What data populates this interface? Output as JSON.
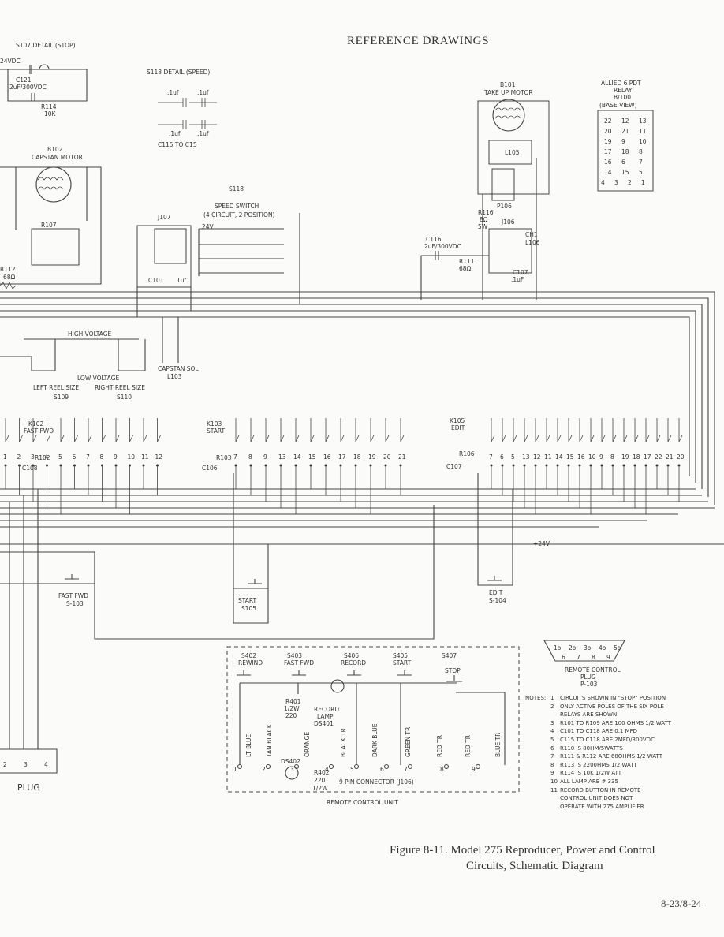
{
  "page": {
    "header": "REFERENCE DRAWINGS",
    "caption_line1": "Figure 8-11.  Model 275 Reproducer,  Power and Control",
    "caption_line2": "Circuits, Schematic Diagram",
    "page_number": "8-23/8-24"
  },
  "labels": {
    "s107_detail": "S107 DETAIL (STOP)",
    "v24vdc": "24VDC",
    "c121": "C121",
    "c121_val": "2uF/300VDC",
    "r114": "R114",
    "r114_val": "10K",
    "s118_detail": "S118 DETAIL (SPEED)",
    "c_1uf_a": ".1uf",
    "c_1uf_b": ".1uf",
    "c_1uf_c": ".1uf",
    "c_1uf_d": ".1uf",
    "c115_c15": "C115 TO C15",
    "b101": "B101",
    "takeup_motor": "TAKE UP MOTOR",
    "allied_relay_l1": "ALLIED 6 PDT",
    "allied_relay_l2": "RELAY",
    "allied_relay_l3": "B/100",
    "allied_relay_l4": "(BASE VIEW)",
    "b102": "B102",
    "capstan_motor": "CAPSTAN MOTOR",
    "r107": "R107",
    "r112": "R112",
    "r112_val": "68Ω",
    "s118": "S118",
    "speed_switch": "SPEED SWITCH",
    "speed_switch_sub": "(4 CIRCUIT, 2 POSITION)",
    "j107": "J107",
    "v24v": "24V",
    "c101": "C101",
    "c101_val": "1uf",
    "l105": "L105",
    "p106": "P106",
    "r116": "R116",
    "r116_val": "8Ω",
    "r116_w": "5W",
    "j106": "J106",
    "c116": "C116",
    "c116_val": "2uF/300VDC",
    "r111": "R111",
    "r111_val": "68Ω",
    "c107": "C107",
    "c107_val": ".1uF",
    "ch1": "CH1",
    "l106": "L106",
    "high_voltage": "HIGH VOLTAGE",
    "low_voltage": "LOW VOLTAGE",
    "capstan_sol": "CAPSTAN SOL",
    "l103": "L103",
    "left_reel": "LEFT REEL SIZE",
    "s109": "S109",
    "right_reel": "RIGHT REEL SIZE",
    "s110": "S110",
    "k102": "K102",
    "fast_fwd": "FAST FWD",
    "r102": "R102",
    "c108": "C108",
    "k103": "K103",
    "start": "START",
    "r103": "R103",
    "c106": "C106",
    "k105": "K105",
    "edit": "EDIT",
    "r106": "R106",
    "c107b": "C107",
    "v24v_bus": "+24V",
    "s103_fast_fwd": "FAST FWD",
    "s103": "S-103",
    "s105_start": "START",
    "s105": "S105",
    "s104_edit": "EDIT",
    "s104": "S-104",
    "plug": "PLUG",
    "s402": "S402",
    "rewind": "REWIND",
    "s403": "S403",
    "s403_fast": "FAST FWD",
    "s406": "S406",
    "record": "RECORD",
    "s405": "S405",
    "s405_start": "START",
    "s407": "S407",
    "stop": "STOP",
    "r401": "R401",
    "r401_w": "1/2W",
    "r401_val": "220",
    "record_lamp_l1": "RECORD",
    "record_lamp_l2": "LAMP",
    "ds401": "DS401",
    "ds402": "DS402",
    "r402": "R402",
    "r402_val": "220",
    "r402_w": "1/2W",
    "pin_connector": "9 PIN CONNECTOR (J106)",
    "remote_unit": "REMOTE CONTROL UNIT",
    "remote_plug_l1": "REMOTE CONTROL",
    "remote_plug_l2": "PLUG",
    "remote_plug_l3": "P-103",
    "wire_lt_blue": "LT BLUE",
    "wire_blk": "TAN BLACK",
    "wire_orange": "ORANGE",
    "wire_black_tr": "BLACK TR",
    "wire_dark_blue": "DARK BLUE",
    "wire_green": "GREEN TR",
    "wire_red_tr": "RED TR",
    "wire_red2": "RED TR",
    "wire_blue_tr": "BLUE TR"
  },
  "pin_numbers": {
    "remote_top": [
      "1",
      "2",
      "3",
      "4",
      "5"
    ],
    "remote_bottom": [
      "6",
      "7",
      "8",
      "9"
    ],
    "k102_pins": [
      "1",
      "2",
      "3",
      "4",
      "5",
      "6",
      "7",
      "8",
      "9",
      "10",
      "11",
      "12"
    ],
    "k103_pins": [
      "7",
      "8",
      "9",
      "13",
      "14",
      "15",
      "16",
      "17",
      "18",
      "19",
      "20",
      "21"
    ],
    "k105_pins": [
      "7",
      "6",
      "5",
      "13",
      "12",
      "11",
      "14",
      "15",
      "16",
      "10",
      "9",
      "8",
      "19",
      "18",
      "17",
      "22",
      "21",
      "20"
    ],
    "relay_grid": [
      [
        "22",
        "12",
        "13"
      ],
      [
        "20",
        "21",
        "11"
      ],
      [
        "19",
        "9",
        "10"
      ],
      [
        "17",
        "18",
        "8"
      ],
      [
        "16",
        "6",
        "7"
      ],
      [
        "14",
        "15",
        "5"
      ],
      [
        "4",
        "3",
        "2",
        "1"
      ]
    ],
    "unit_terminals": [
      "1",
      "2",
      "3",
      "4",
      "5",
      "6",
      "7",
      "8",
      "9"
    ]
  },
  "notes": {
    "title": "NOTES:",
    "items": [
      "CIRCUITS SHOWN IN \"STOP\" POSITION",
      "ONLY ACTIVE POLES OF THE SIX POLE",
      "RELAYS ARE SHOWN",
      "R101 TO R109 ARE 100 OHMS 1/2 WATT",
      "C101 TO C118 ARE 0.1 MFD",
      "C115 TO C118 ARE 2MFD/300VDC",
      "R110 IS 80HM/5WATTS",
      "R111 & R112 ARE 68OHMS 1/2 WATT",
      "R113 IS 2200HMS 1/2 WATT",
      "R114 IS 10K 1/2W ATT",
      "ALL LAMP ARE # 335",
      "RECORD BUTTON IN REMOTE",
      "CONTROL UNIT DOES NOT",
      "OPERATE WITH 275 AMPLIFIER"
    ],
    "numbers": [
      "1",
      "2",
      "",
      "3",
      "4",
      "5",
      "6",
      "7",
      "8",
      "9",
      "10",
      "11",
      "",
      ""
    ]
  }
}
